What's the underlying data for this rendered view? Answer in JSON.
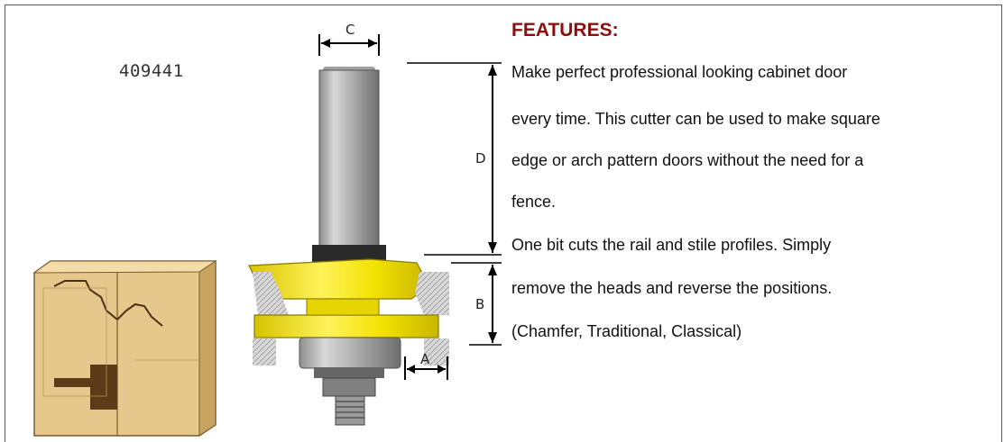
{
  "product": {
    "code": "409441"
  },
  "dimensions": {
    "c": "C",
    "d": "D",
    "b": "B",
    "a": "A"
  },
  "features": {
    "heading": "FEATURES:",
    "lines": [
      "Make perfect professional looking cabinet door",
      "every time. This cutter can be used to make square",
      "edge or arch pattern doors without the need for a",
      "fence.",
      "One bit cuts the rail and stile profiles. Simply",
      "remove the heads and reverse the positions.",
      "(Chamfer, Traditional, Classical)"
    ]
  },
  "colors": {
    "heading": "#8b0f0f",
    "cutter_yellow": "#f2e200",
    "wood": "#e9c98a"
  }
}
